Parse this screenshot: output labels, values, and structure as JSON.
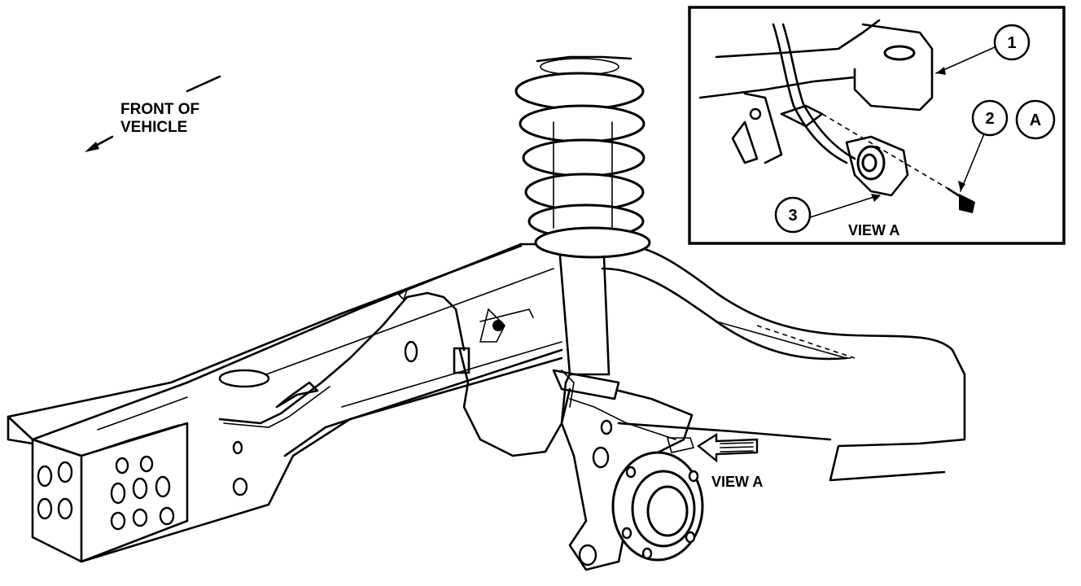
{
  "labels": {
    "front_line1": "FRONT OF",
    "front_line2": "VEHICLE",
    "view_a_arrow": "VIEW A",
    "inset_title": "VIEW A"
  },
  "callouts": [
    "1",
    "2",
    "3"
  ],
  "view_marker": "A"
}
